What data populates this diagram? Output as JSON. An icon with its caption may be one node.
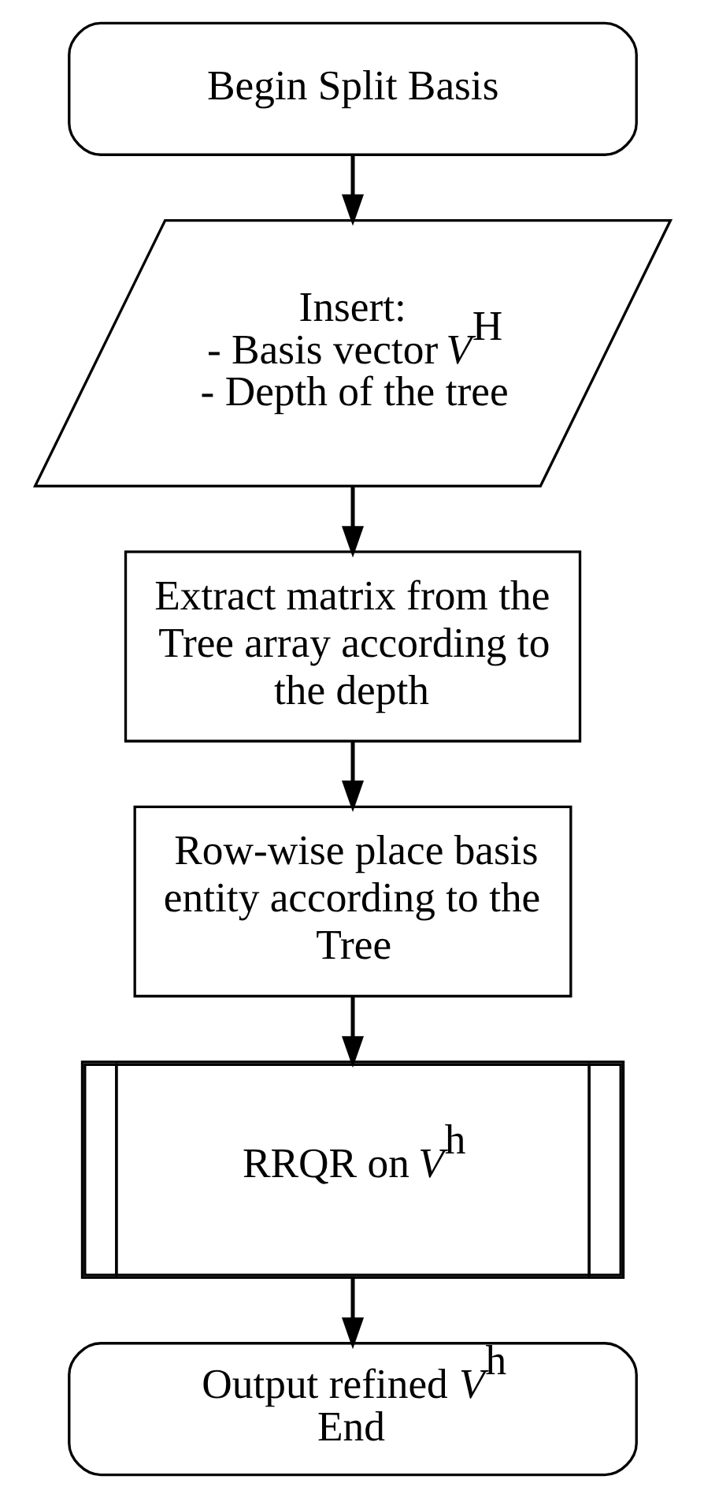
{
  "diagram": {
    "nodes": [
      {
        "text": [
          "Begin Split Basis"
        ]
      },
      {
        "text": [
          "Insert:",
          "- Basis vector *V*$^{H}$",
          "- Depth of the tree"
        ]
      },
      {
        "text": [
          "Extract matrix from the Tree array according to the depth"
        ]
      },
      {
        "text": [
          "Row-wise place basis entity according to the Tree"
        ]
      },
      {
        "text": [
          "RRQR on *V*$^{h}$"
        ]
      },
      {
        "text": [
          "Output refined *V*$^{h}$",
          "End"
        ]
      }
    ],
    "edges": [
      {
        "from": 0,
        "to": 1,
        "arrow": "to"
      },
      {
        "from": 1,
        "to": 2,
        "arrow": "to"
      },
      {
        "from": 2,
        "to": 3,
        "arrow": "to"
      },
      {
        "from": 3,
        "to": 4,
        "arrow": "to"
      },
      {
        "from": 4,
        "to": 5,
        "arrow": "to"
      }
    ]
  }
}
